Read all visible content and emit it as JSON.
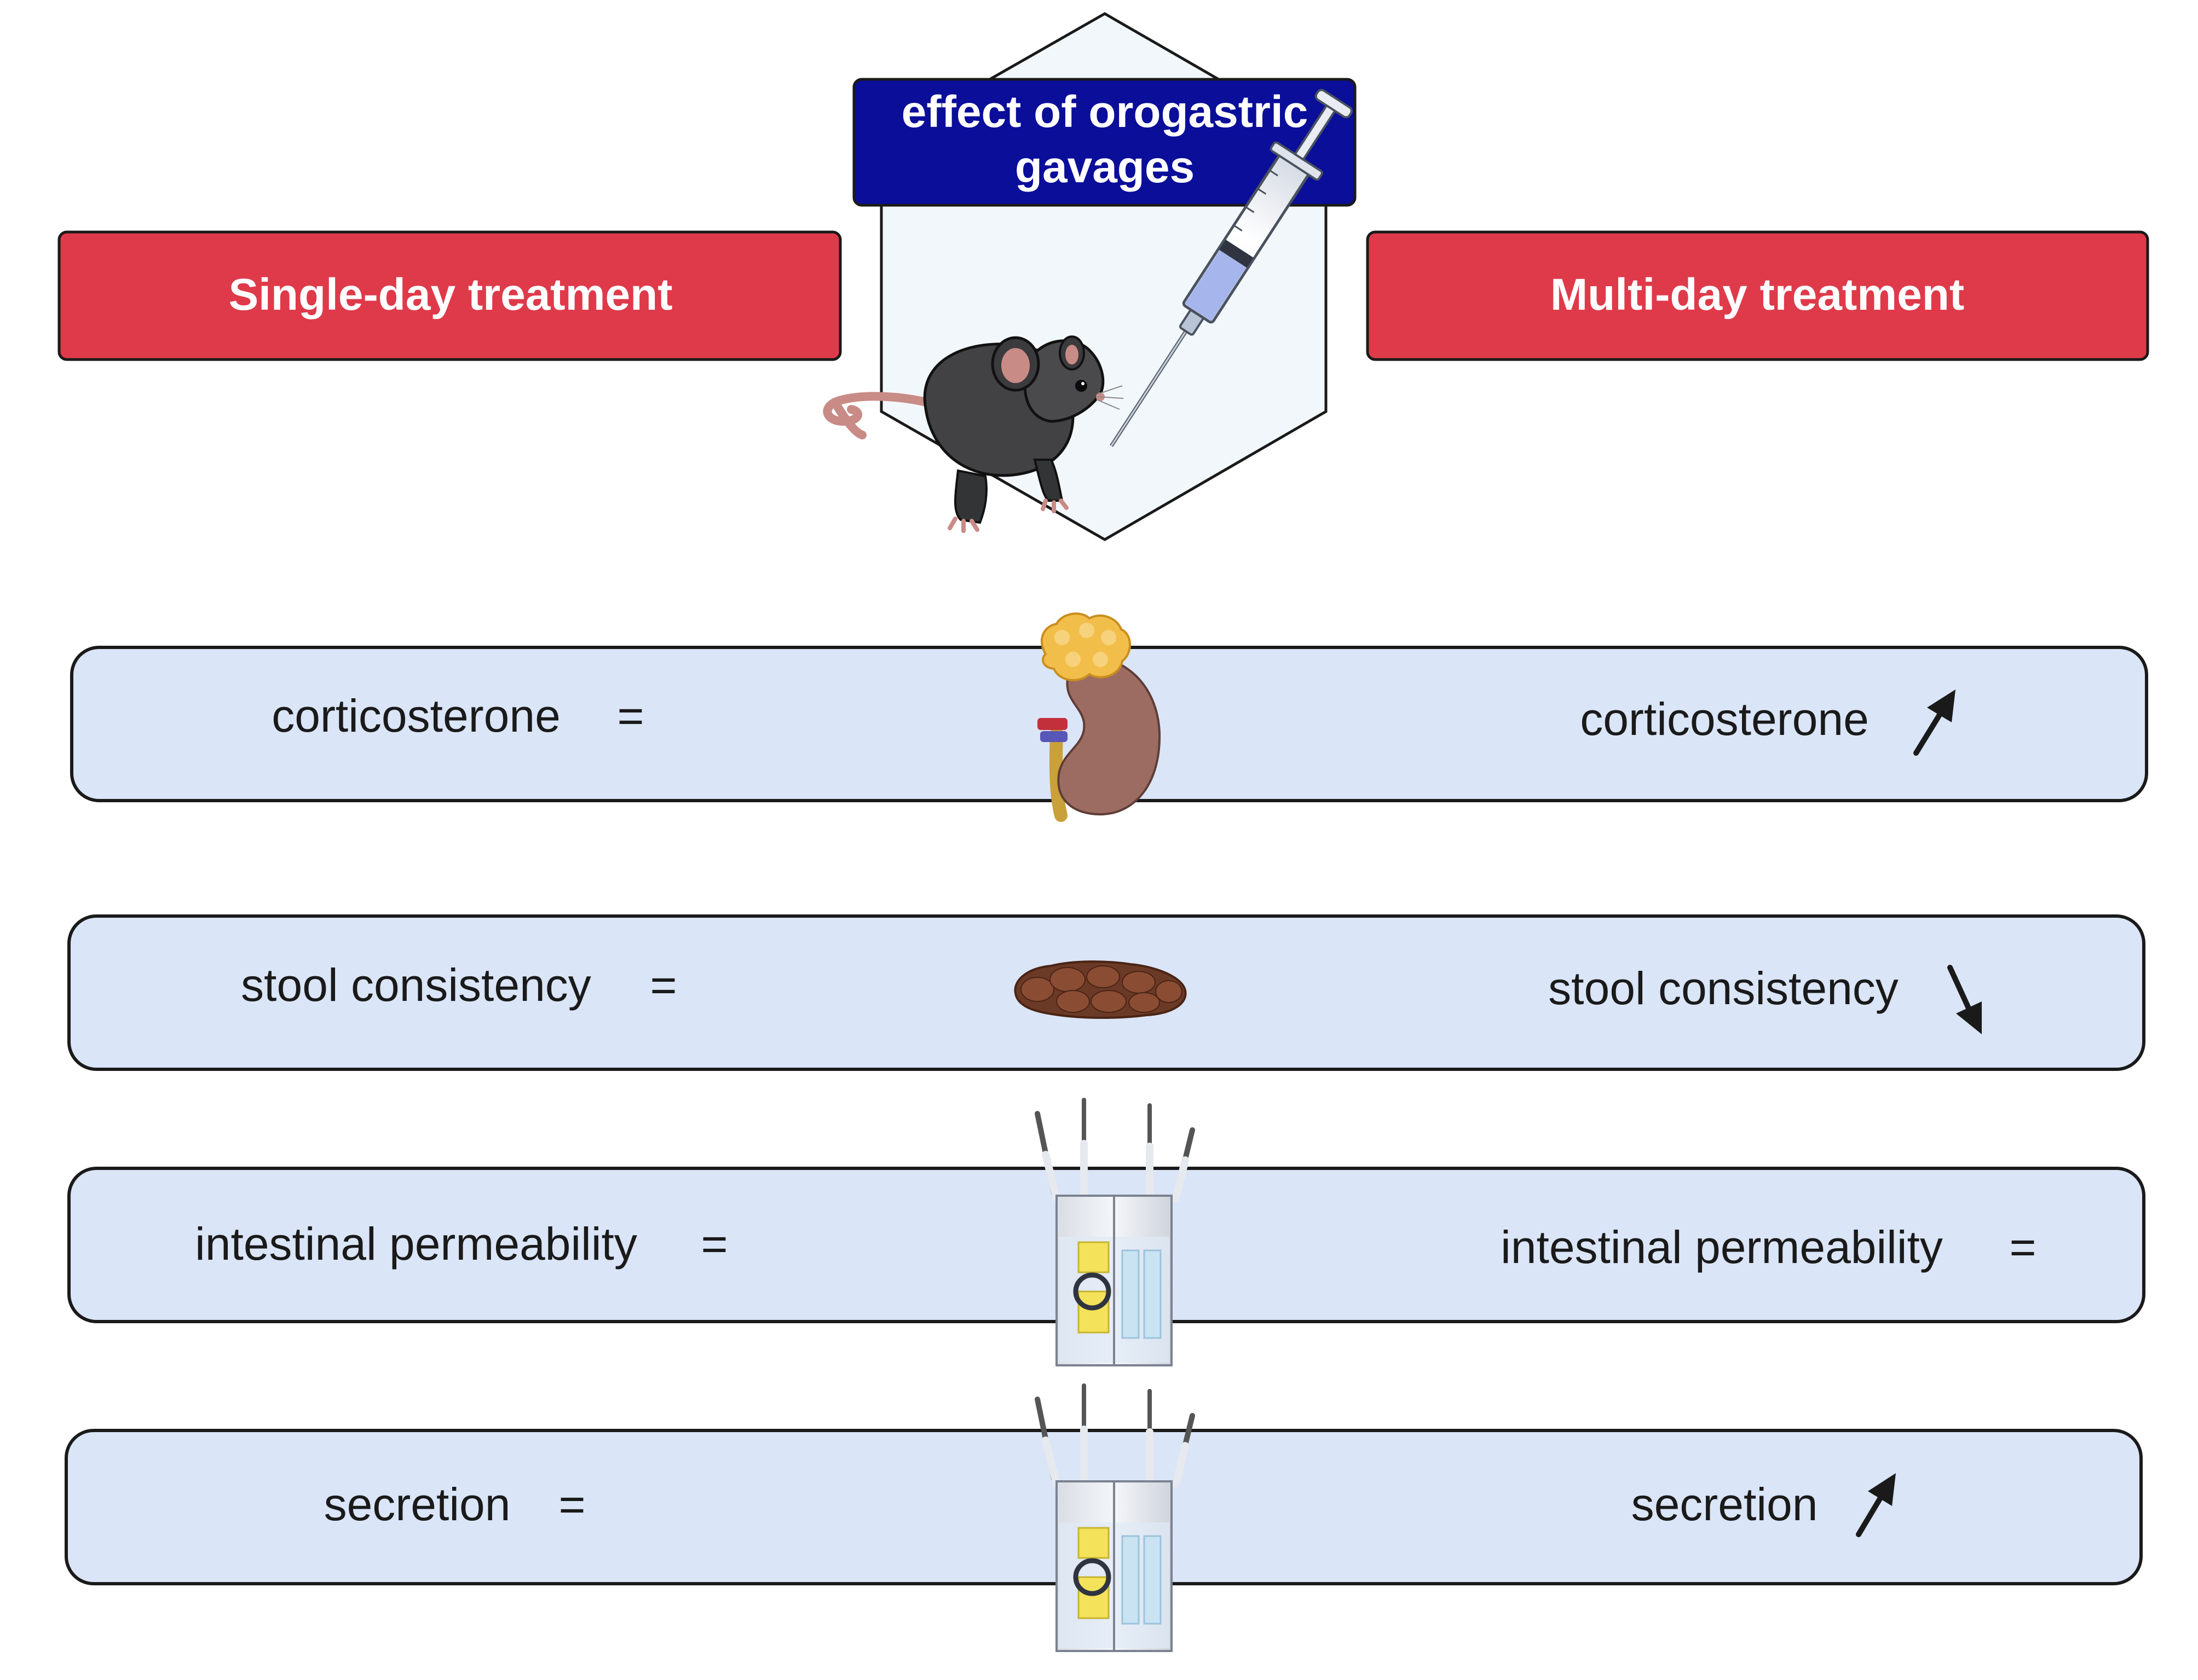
{
  "title": "effect of orogastric gavages",
  "title_lines": [
    "effect of orogastric",
    "gavages"
  ],
  "columns": {
    "left": "Single-day treatment",
    "right": "Multi-day treatment"
  },
  "rows": [
    {
      "left_label": "corticosterone",
      "left_symbol": "=",
      "right_label": "corticosterone",
      "right_effect": "increase",
      "icon": "adrenal-kidney-icon"
    },
    {
      "left_label": "stool consistency",
      "left_symbol": "=",
      "right_label": "stool consistency",
      "right_effect": "decrease",
      "icon": "stool-icon"
    },
    {
      "left_label": "intestinal permeability",
      "left_symbol": "=",
      "right_label": "intestinal permeability",
      "right_symbol": "=",
      "right_effect": "unchanged",
      "icon": "ussing-chamber-icon"
    },
    {
      "left_label": "secretion",
      "left_symbol": "=",
      "right_label": "secretion",
      "right_effect": "increase",
      "icon": "ussing-chamber-icon"
    }
  ],
  "colors": {
    "title_box": "#0A0E99",
    "header_box": "#DF3A4A",
    "row_box": "#DAE5F7",
    "hexagon_fill": "#F2F7FC"
  },
  "icons": [
    "mouse-icon",
    "syringe-icon",
    "adrenal-kidney-icon",
    "stool-icon",
    "ussing-chamber-icon",
    "arrow-up-icon",
    "arrow-down-icon"
  ]
}
